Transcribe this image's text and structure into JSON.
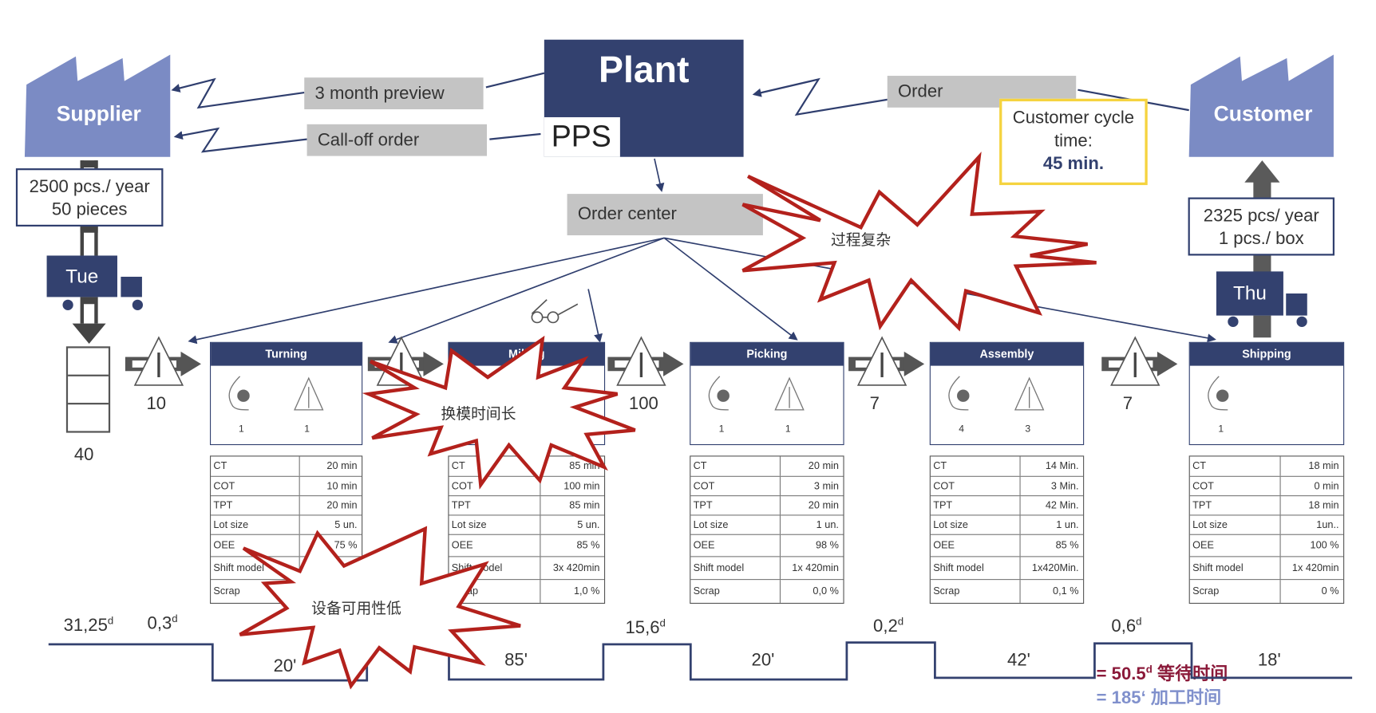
{
  "supplier": {
    "label": "Supplier",
    "info": [
      "2500 pcs./ year",
      "50 pieces"
    ],
    "delivery_day": "Tue"
  },
  "customer": {
    "label": "Customer",
    "info": [
      "2325 pcs/ year",
      "1 pcs./ box"
    ],
    "delivery_day": "Thu"
  },
  "plant": {
    "label": "Plant",
    "system": "PPS"
  },
  "info_flows": {
    "preview": "3 month preview",
    "calloff": "Call-off order",
    "order": "Order",
    "order_center": "Order center"
  },
  "cycle_time": {
    "line1": "Customer cycle",
    "line2": "time:",
    "value": "45 min."
  },
  "inventory": {
    "raw_stock": "40",
    "triangles": [
      "10",
      null,
      "100",
      "7",
      "7"
    ]
  },
  "table_labels": [
    "CT",
    "COT",
    "TPT",
    "Lot size",
    "OEE",
    "Shift model",
    "Scrap"
  ],
  "processes": [
    {
      "name": "Turning",
      "operators": [
        "1",
        "1"
      ],
      "values": [
        "20 min",
        "10 min",
        "20 min",
        "5 un.",
        "75 %",
        "3x 420min",
        ""
      ]
    },
    {
      "name": "Milling",
      "operators": [],
      "values": [
        "85 min",
        "100 min",
        "85 min",
        "5 un.",
        "85 %",
        "3x 420min",
        "1,0 %"
      ]
    },
    {
      "name": "Picking",
      "operators": [
        "1",
        "1"
      ],
      "values": [
        "20 min",
        "3 min",
        "20 min",
        "1 un.",
        "98 %",
        "1x 420min",
        "0,0 %"
      ]
    },
    {
      "name": "Assembly",
      "operators": [
        "4",
        "3"
      ],
      "values": [
        "14 Min.",
        "3 Min.",
        "42 Min.",
        "1 un.",
        "85 %",
        "1x420Min.",
        "0,1 %"
      ]
    },
    {
      "name": "Shipping",
      "operators": [
        "1"
      ],
      "values": [
        "18 min",
        "0 min",
        "18 min",
        "1un..",
        "100 %",
        "1x 420min",
        "0 %"
      ]
    }
  ],
  "timeline": {
    "waits": [
      {
        "v": "31,25",
        "u": "d"
      },
      {
        "v": "0,3",
        "u": "d"
      },
      {
        "v": "15,6",
        "u": "d"
      },
      {
        "v": "0,2",
        "u": "d"
      },
      {
        "v": "0,6",
        "u": "d"
      }
    ],
    "process_times": [
      "20'",
      "85'",
      "20'",
      "42'",
      "18'"
    ]
  },
  "summary": {
    "wait_value": "= 50.5",
    "wait_unit": "d",
    "wait_label": "等待时间",
    "process_value": "= 185‘",
    "process_label": "加工时间"
  },
  "issues": [
    "过程复杂",
    "换模时间长",
    "设备可用性低"
  ],
  "colors": {
    "navy": "#33416f",
    "factory": "#7b8bc4",
    "gray_box": "#c4c4c4",
    "burst": "#b3211c",
    "cycle_border": "#f5d33f",
    "wait": "#8b1a3a",
    "process": "#8090cc"
  }
}
